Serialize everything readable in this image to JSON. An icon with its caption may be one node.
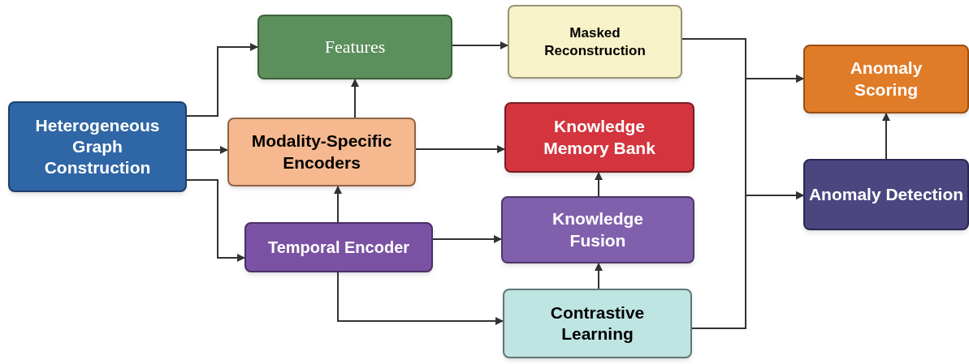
{
  "diagram": {
    "nodes": [
      {
        "text": [
          "Heterogeneous Graph Construction"
        ]
      },
      {
        "text": [
          "Features"
        ]
      },
      {
        "text": [
          "Masked Reconstruction"
        ]
      },
      {
        "text": [
          "Anomaly Scoring"
        ]
      },
      {
        "text": [
          "Modality-Specific Encoders"
        ]
      },
      {
        "text": [
          "Knowledge Memory Bank"
        ]
      },
      {
        "text": [
          "Anomaly Detection"
        ]
      },
      {
        "text": [
          "Temporal Encoder"
        ]
      },
      {
        "text": [
          "Knowledge Fusion"
        ]
      },
      {
        "text": [
          "Contrastive Learning"
        ]
      }
    ],
    "edges": [
      {
        "from": 0,
        "to": 1,
        "arrow": "to"
      },
      {
        "from": 0,
        "to": 4,
        "arrow": "to"
      },
      {
        "from": 0,
        "to": 7,
        "arrow": "to"
      },
      {
        "from": 4,
        "to": 1,
        "arrow": "to"
      },
      {
        "from": 1,
        "to": 2,
        "arrow": "to"
      },
      {
        "from": 4,
        "to": 5,
        "arrow": "to"
      },
      {
        "from": 7,
        "to": 4,
        "arrow": "to"
      },
      {
        "from": 7,
        "to": 8,
        "arrow": "to"
      },
      {
        "from": 7,
        "to": 9,
        "arrow": "to"
      },
      {
        "from": 8,
        "to": 5,
        "arrow": "to"
      },
      {
        "from": 9,
        "to": 8,
        "arrow": "to"
      },
      {
        "from": 2,
        "to": 3,
        "arrow": "to"
      },
      {
        "from": 2,
        "to": 6,
        "arrow": "to"
      },
      {
        "from": 9,
        "to": 3,
        "arrow": "to"
      },
      {
        "from": 9,
        "to": 6,
        "arrow": "to"
      },
      {
        "from": 6,
        "to": 3,
        "arrow": "to"
      }
    ]
  }
}
